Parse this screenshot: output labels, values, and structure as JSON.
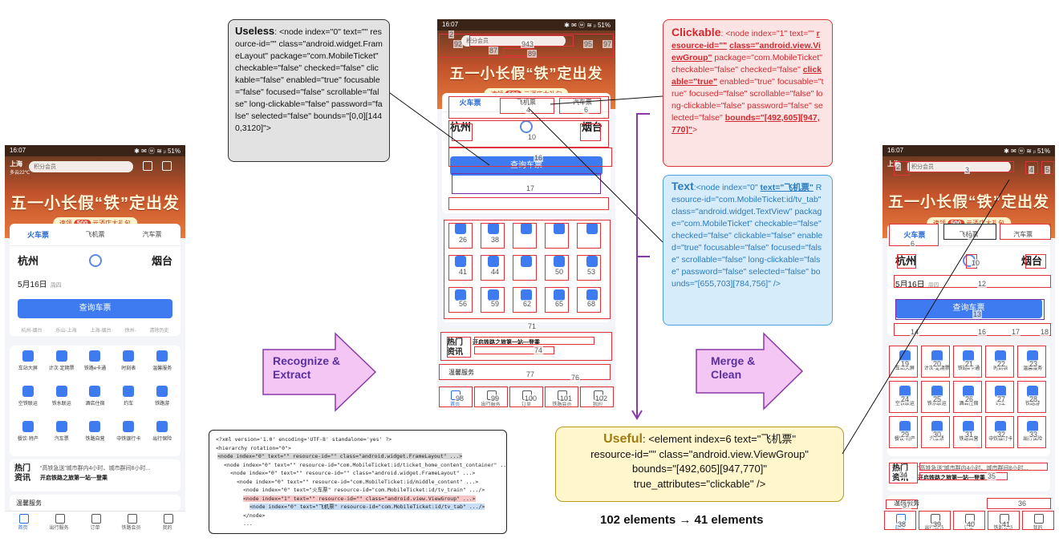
{
  "phone": {
    "time": "16:07",
    "status_icons": "✱ ✉ ⓦ ≋ ᵢₗ 51%",
    "city": "上海",
    "weather": "多云22℃",
    "search_placeholder": "积分会员",
    "slogan": "五一小长假“铁”定出发",
    "promo_prefix": "速领",
    "promo_amount": "500",
    "promo_suffix": "元酒店大礼包",
    "tabs": [
      "火车票",
      "飞机票",
      "汽车票"
    ],
    "from": "杭州",
    "to": "烟台",
    "date": "5月16日",
    "weekday": "周四",
    "search_button": "查询车票",
    "history": [
      "杭州-烟台",
      "乐山-上海",
      "上海-烟台",
      "徐州-",
      "清除历史"
    ],
    "services": [
      "车站大屏",
      "计次·定期票",
      "铁路e卡通",
      "时刻表",
      "温馨服务",
      "空铁联运",
      "铁水联运",
      "酒店住宿",
      "约车",
      "铁路游",
      "餐饮·特产",
      "汽车票",
      "铁路自营",
      "中铁银行卡",
      "出行保险"
    ],
    "news_title": "热门资讯",
    "news_line1": "“高铁急送”城市群内4小时、城市群间8小时...",
    "news_line2": "开启铁路之旅第一站—登乘",
    "member": "温馨服务",
    "nav": [
      "首页",
      "出行服务",
      "订单",
      "铁路会员",
      "我的"
    ]
  },
  "mid_marks": [
    "2",
    "92",
    "87",
    "943",
    "95",
    "97",
    "89",
    "4",
    "6",
    "10",
    "16",
    "17",
    "26",
    "38",
    "41",
    "44",
    "50",
    "53",
    "56",
    "59",
    "62",
    "65",
    "68",
    "71",
    "74",
    "77",
    "76",
    "98",
    "99",
    "100",
    "101",
    "102"
  ],
  "right_marks": [
    "2",
    "3",
    "4",
    "5",
    "6",
    "9",
    "10",
    "12",
    "13",
    "14",
    "16",
    "17",
    "18",
    "19",
    "20",
    "21",
    "22",
    "23",
    "24",
    "25",
    "26",
    "27",
    "28",
    "29",
    "30",
    "31",
    "32",
    "33",
    "34",
    "35",
    "36",
    "37",
    "38",
    "39",
    "40",
    "41"
  ],
  "useless": {
    "title": "Useless",
    "body": ": <node index=\"0\" text=\"\" resource-id=\"\" class=\"android.widget.FrameLayout\" package=\"com.MobileTicket\" checkable=\"false\" checked=\"false\" clickable=\"false\" enabled=\"true\" focusable=\"false\" focused=\"false\" scrollable=\"false\" long-clickable=\"false\" password=\"false\" selected=\"false\" bounds=\"[0,0][1440,3120]\">"
  },
  "clickable": {
    "title": "Clickable",
    "head": ": <node index=\"1\" text=\"\"",
    "u1": "resource-id=\"\"",
    "u2": "class=\"android.view.ViewGroup\"",
    "mid1": "package=\"com.MobileTicket\" checkable=\"false\" checked=\"false\"",
    "u3": "clickable=\"true\"",
    "mid2": "enabled=\"true\" focusable=\"true\" focused=\"false\" scrollable=\"false\" long-clickable=\"false\" password=\"false\" selected=\"false\"",
    "u4": "bounds=\"[492,605][947,770]\"",
    "tail": ">"
  },
  "text": {
    "title": "Text",
    "head": ":<node index=\"0\"",
    "u1": "text=\"飞机票\"",
    "body": "Resource-id=\"com.MobileTicket:id/tv_tab\" class=\"android.widget.TextView\" package=\"com.MobileTicket\" checkable=\"false\" checked=\"false\" clickable=\"false\" enabled=\"true\" focusable=\"false\" focused=\"false\" scrollable=\"false\" long-clickable=\"false\" password=\"false\" selected=\"false\" bounds=\"[655,703][784,756]\" />"
  },
  "useful": {
    "title": "Useful",
    "line1": ": <element index=6 text=\"飞机票\"",
    "line2": "resource-id=\"\" class=\"android.view.ViewGroup\"",
    "line3": "bounds=\"[492,605][947,770]\"",
    "line4": "true_attributes=\"clickable\" />"
  },
  "xml_lines": [
    "<?xml version='1.0' encoding='UTF-8' standalone='yes' ?>",
    "<hierarchy rotation=\"0\">",
    "<node index=\"0\" text=\"\" resource-id=\"\" class=\"android.widget.FrameLayout\" ...>",
    "<node index=\"0\" text=\"\" resource-id=\"com.MobileTicket:id/ticket_home_content_container\" ...>",
    "<node index=\"0\" text=\"\" resource-id=\"\" class=\"android.widget.FrameLayout\" ...>",
    "<node index=\"0\" text=\"\" resource-id=\"com.MobileTicket:id/middle_content\" ...>",
    "<node index=\"0\" text=\"火车票\" resource-id=\"com.MobileTicket:id/tv_train\" .../>",
    "<node index=\"1\" text=\"\" resource-id=\"\" class=\"android.view.ViewGroup\" ...>",
    "<node index=\"0\" text=\"飞机票\" resource-id=\"com.MobileTicket:id/tv_tab\" .../>",
    "</node>",
    "..."
  ],
  "arrow1_label": "Recognize & Extract",
  "arrow2_label": "Merge & Clean",
  "summary": "102 elements → 41 elements",
  "colors": {
    "useless": "#e2e2e2",
    "clickable": "#fde4e4",
    "text": "#d6ecfb",
    "useful": "#fff6cc",
    "arrow": "#f3c6f3",
    "annotation": "#e0323a"
  }
}
